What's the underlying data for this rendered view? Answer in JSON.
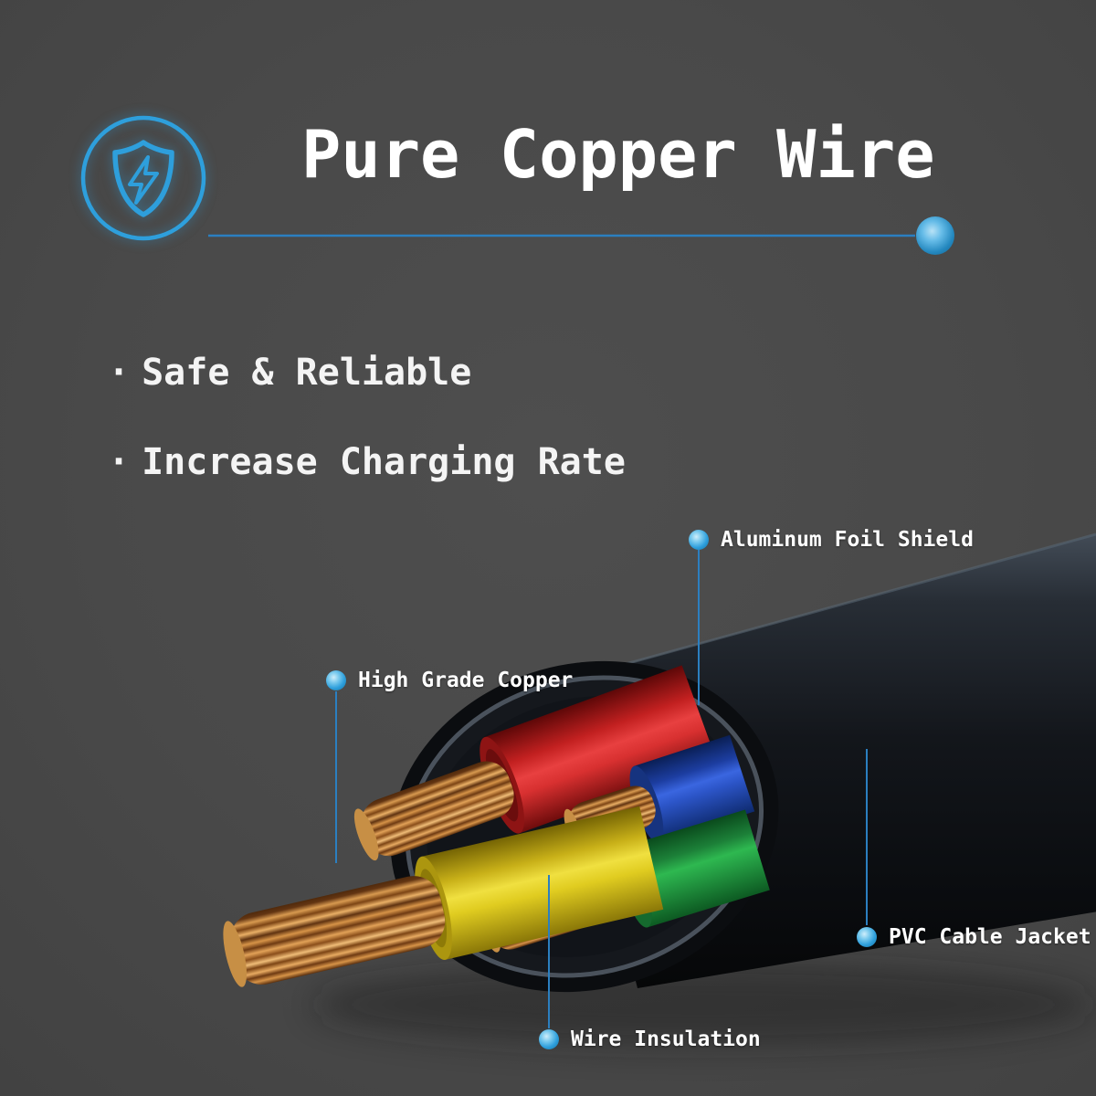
{
  "theme": {
    "background": "#494949",
    "accent": "#2e9fdc",
    "line_color": "#2b7fc0",
    "text_color": "#ffffff"
  },
  "header": {
    "title": "Pure Copper Wire",
    "icon": "shield-lightning"
  },
  "features": {
    "bullet": "·",
    "items": [
      "Safe & Reliable",
      "Increase Charging Rate"
    ]
  },
  "callouts": [
    {
      "label": "Aluminum Foil Shield"
    },
    {
      "label": "High Grade Copper"
    },
    {
      "label": "PVC Cable Jacket"
    },
    {
      "label": "Wire Insulation"
    }
  ],
  "diagram": {
    "subject": "power-cable-cross-section",
    "jacket_color": "#111419",
    "wire_insulation_colors": [
      "#d83030",
      "#2c55c8",
      "#f0e040",
      "#2eb850"
    ],
    "copper_color": "#d79448"
  }
}
